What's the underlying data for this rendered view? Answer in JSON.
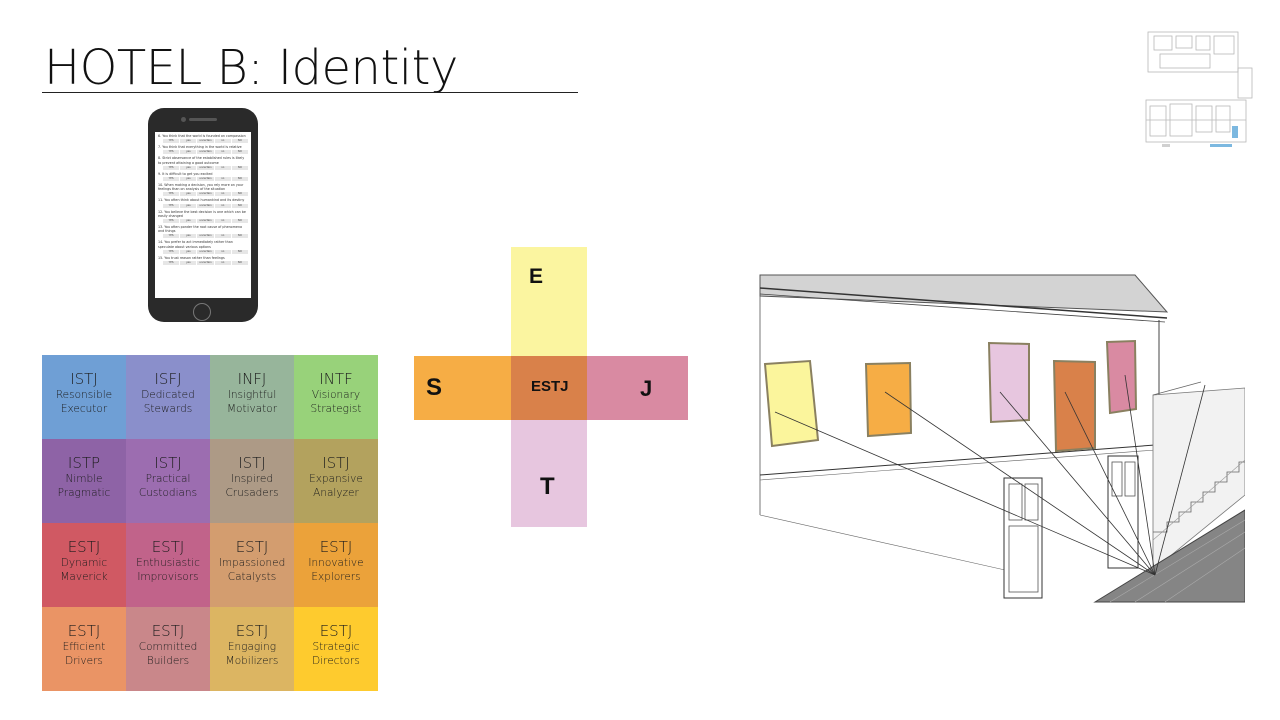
{
  "title": "HOTEL B: Identity",
  "phone_survey": [
    {
      "q": "6. You think that the world is founded on compassion",
      "opts": [
        "YES",
        "yes",
        "uncertain",
        "no",
        "NO"
      ]
    },
    {
      "q": "7. You think that everything in the world is relative",
      "opts": [
        "YES",
        "yes",
        "uncertain",
        "no",
        "NO"
      ]
    },
    {
      "q": "8. Strict observance of the established rules is likely to prevent attaining a good outcome",
      "opts": [
        "YES",
        "yes",
        "uncertain",
        "no",
        "NO"
      ]
    },
    {
      "q": "9. It is difficult to get you excited",
      "opts": [
        "YES",
        "yes",
        "uncertain",
        "no",
        "NO"
      ]
    },
    {
      "q": "10. When making a decision, you rely more on your feelings than on analysis of the situation",
      "opts": [
        "YES",
        "yes",
        "uncertain",
        "no",
        "NO"
      ]
    },
    {
      "q": "11. You often think about humankind and its destiny",
      "opts": [
        "YES",
        "yes",
        "uncertain",
        "no",
        "NO"
      ]
    },
    {
      "q": "12. You believe the best decision is one which can be easily changed",
      "opts": [
        "YES",
        "yes",
        "uncertain",
        "no",
        "NO"
      ]
    },
    {
      "q": "13. You often ponder the root cause of phenomena and things",
      "opts": [
        "YES",
        "yes",
        "uncertain",
        "no",
        "NO"
      ]
    },
    {
      "q": "14. You prefer to act immediately rather than speculate about various options",
      "opts": [
        "YES",
        "yes",
        "uncertain",
        "no",
        "NO"
      ]
    },
    {
      "q": "15. You trust reason rather than feelings",
      "opts": [
        "YES",
        "yes",
        "uncertain",
        "no",
        "NO"
      ]
    }
  ],
  "personality_grid": [
    {
      "code": "ISTJ",
      "name": "Resonsible Executor",
      "color": "#6f9fd5"
    },
    {
      "code": "ISFJ",
      "name": "Dedicated Stewards",
      "color": "#8a8fcb"
    },
    {
      "code": "INFJ",
      "name": "Insightful Motivator",
      "color": "#97b59b"
    },
    {
      "code": "INTF",
      "name": "Visionary Strategist",
      "color": "#98d27a"
    },
    {
      "code": "ISTP",
      "name": "Nimble Pragmatic",
      "color": "#8e63a6"
    },
    {
      "code": "ISTJ",
      "name": "Practical Custodians",
      "color": "#9c6db0"
    },
    {
      "code": "ISTJ",
      "name": "Inspired Crusaders",
      "color": "#ad9a86"
    },
    {
      "code": "ISTJ",
      "name": "Expansive Analyzer",
      "color": "#b3a25e"
    },
    {
      "code": "ESTJ",
      "name": "Dynamic Maverick",
      "color": "#d05963"
    },
    {
      "code": "ESTJ",
      "name": "Enthusiastic Improvisors",
      "color": "#c1638a"
    },
    {
      "code": "ESTJ",
      "name": "Impassioned Catalysts",
      "color": "#d39d6f"
    },
    {
      "code": "ESTJ",
      "name": "Innovative Explorers",
      "color": "#eba23a"
    },
    {
      "code": "ESTJ",
      "name": "Efficient Drivers",
      "color": "#ea9465"
    },
    {
      "code": "ESTJ",
      "name": "Committed Builders",
      "color": "#c9878a"
    },
    {
      "code": "ESTJ",
      "name": "Engaging Mobilizers",
      "color": "#dcb562"
    },
    {
      "code": "ESTJ",
      "name": "Strategic Directors",
      "color": "#fecb2e"
    }
  ],
  "cross": {
    "top": {
      "label": "E",
      "color": "#fbf5a0"
    },
    "left": {
      "label": "S",
      "color": "#f6ad45"
    },
    "center": {
      "label": "ESTJ",
      "color": "#d9814a"
    },
    "right": {
      "label": "J",
      "color": "#d98aa2"
    },
    "bottom": {
      "label": "T",
      "color": "#e7c6df"
    }
  },
  "facade_panels": [
    {
      "color": "#fbf59c"
    },
    {
      "color": "#f6ad45"
    },
    {
      "color": "#e7c6df"
    },
    {
      "color": "#d9814a"
    },
    {
      "color": "#d98aa2"
    }
  ]
}
